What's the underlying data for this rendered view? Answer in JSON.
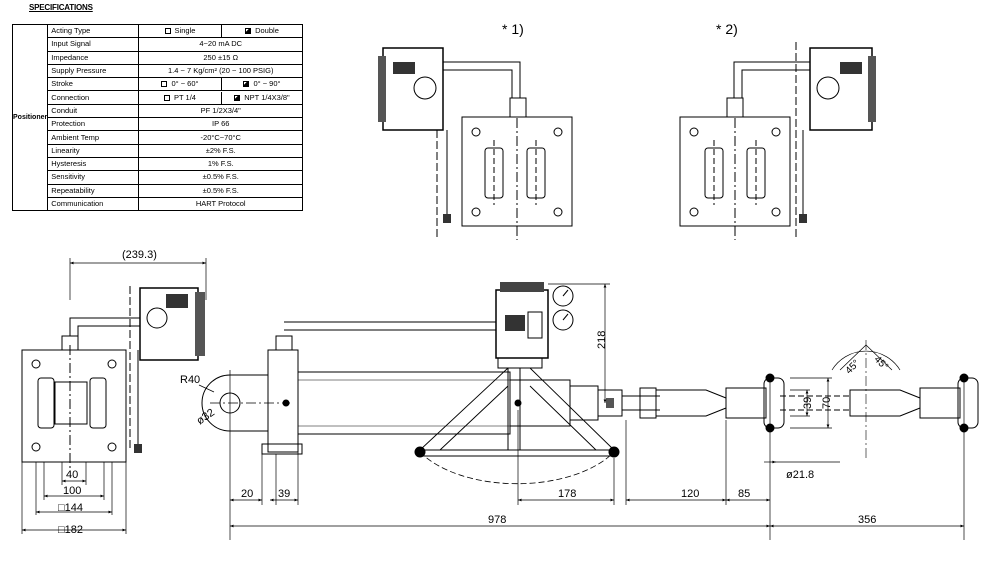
{
  "spec": {
    "heading": "SPECIFICATIONS",
    "category": "Positioner",
    "rows": [
      {
        "label": "Acting Type",
        "opt1": "Single",
        "opt1_checked": false,
        "opt2": "Double",
        "opt2_checked": true
      },
      {
        "label": "Input Signal",
        "value": "4~20 mA DC"
      },
      {
        "label": "Impedance",
        "value": "250 ±15 Ω"
      },
      {
        "label": "Supply Pressure",
        "value": "1.4 ~ 7 Kg/cm² (20 ~ 100 PSIG)"
      },
      {
        "label": "Stroke",
        "opt1": "0° ~ 60°",
        "opt1_checked": false,
        "opt2": "0° ~ 90°",
        "opt2_checked": true
      },
      {
        "label": "Connection",
        "opt1": "PT 1/4",
        "opt1_checked": false,
        "opt2": "NPT 1/4X3/8\"",
        "opt2_checked": true
      },
      {
        "label": "Conduit",
        "value": "PF 1/2X3/4\""
      },
      {
        "label": "Protection",
        "value": "IP 66"
      },
      {
        "label": "Ambient Temp",
        "value": "-20°C~70°C"
      },
      {
        "label": "Linearity",
        "value": "±2% F.S."
      },
      {
        "label": "Hysteresis",
        "value": "1% F.S."
      },
      {
        "label": "Sensitivity",
        "value": "±0.5% F.S."
      },
      {
        "label": "Repeatability",
        "value": "±0.5% F.S."
      },
      {
        "label": "Communication",
        "value": "HART Protocol"
      }
    ]
  },
  "views": {
    "view1_label": "* 1)",
    "view2_label": "* 2)"
  },
  "dimensions": {
    "d_239": "(239.3)",
    "d_40": "40",
    "d_100": "100",
    "d_144": "□144",
    "d_182": "□182",
    "d_r40": "R40",
    "d_32": "ø32",
    "d_20": "20",
    "d_39a": "39",
    "d_178": "178",
    "d_120": "120",
    "d_85": "85",
    "d_978": "978",
    "d_356": "356",
    "d_218": "218",
    "d_39b": "39",
    "d_70": "70",
    "d_218b": "ø21.8",
    "d_45a": "45°",
    "d_45b": "45°"
  }
}
